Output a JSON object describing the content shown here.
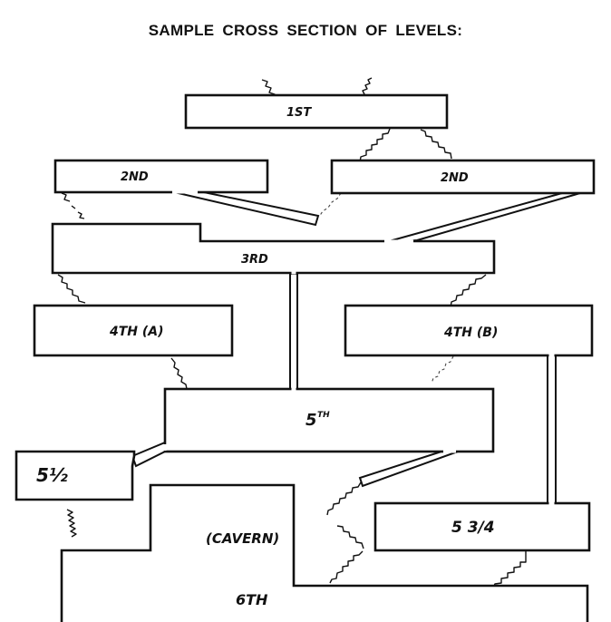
{
  "title": "SAMPLE CROSS SECTION OF LEVELS:",
  "levels": [
    {
      "id": "1st",
      "label": "1ST"
    },
    {
      "id": "2nd-left",
      "label": "2ND"
    },
    {
      "id": "2nd-right",
      "label": "2ND"
    },
    {
      "id": "3rd",
      "label": "3RD"
    },
    {
      "id": "4th-a",
      "label": "4TH (A)"
    },
    {
      "id": "4th-b",
      "label": "4TH (B)"
    },
    {
      "id": "5th",
      "label": "5",
      "sup": "TH"
    },
    {
      "id": "5-half",
      "label": "5½"
    },
    {
      "id": "5-three-quarter",
      "label": "5 3/4"
    },
    {
      "id": "6th",
      "label": "6TH",
      "sublabel": "(CAVERN)"
    }
  ],
  "connections": [
    {
      "from": "1st",
      "to": "2nd-right",
      "type": "stairs"
    },
    {
      "from": "2nd-left",
      "to": "3rd",
      "type": "stairs"
    },
    {
      "from": "2nd-left",
      "to": "2nd-right",
      "type": "ramp"
    },
    {
      "from": "2nd-right",
      "to": "3rd",
      "type": "ramp"
    },
    {
      "from": "3rd",
      "to": "4th-a",
      "type": "stairs"
    },
    {
      "from": "3rd",
      "to": "4th-b",
      "type": "stairs"
    },
    {
      "from": "3rd",
      "to": "5th",
      "type": "shaft"
    },
    {
      "from": "4th-a",
      "to": "5th",
      "type": "stairs"
    },
    {
      "from": "4th-b",
      "to": "5th",
      "type": "stairs"
    },
    {
      "from": "4th-b",
      "to": "5-three-quarter",
      "type": "shaft"
    },
    {
      "from": "5th",
      "to": "5-half",
      "type": "ramp"
    },
    {
      "from": "5th",
      "to": "6th",
      "type": "ramp"
    },
    {
      "from": "5-half",
      "to": "6th",
      "type": "stairs"
    },
    {
      "from": "5-three-quarter",
      "to": "6th",
      "type": "stairs"
    }
  ]
}
